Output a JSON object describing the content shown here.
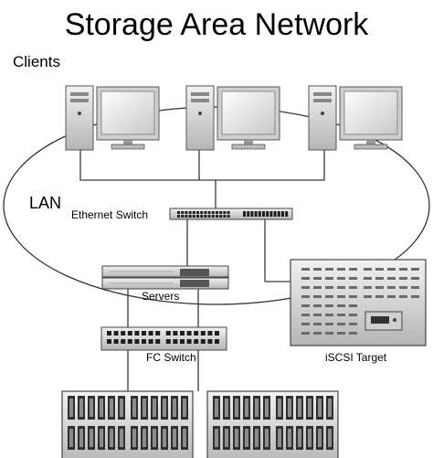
{
  "title": "Storage Area Network",
  "labels": {
    "clients": "Clients",
    "lan": "LAN",
    "ethernet_switch": "Ethernet Switch",
    "servers": "Servers",
    "fc_switch": "FC Switch",
    "iscsi_target": "iSCSI Target"
  },
  "colors": {
    "line": "#3a3a3a",
    "device_fill": "#d9d9d9",
    "device_dark": "#7a7a7a",
    "monitor_screen": "#f0f0f0",
    "port": "#1e1e1e"
  }
}
